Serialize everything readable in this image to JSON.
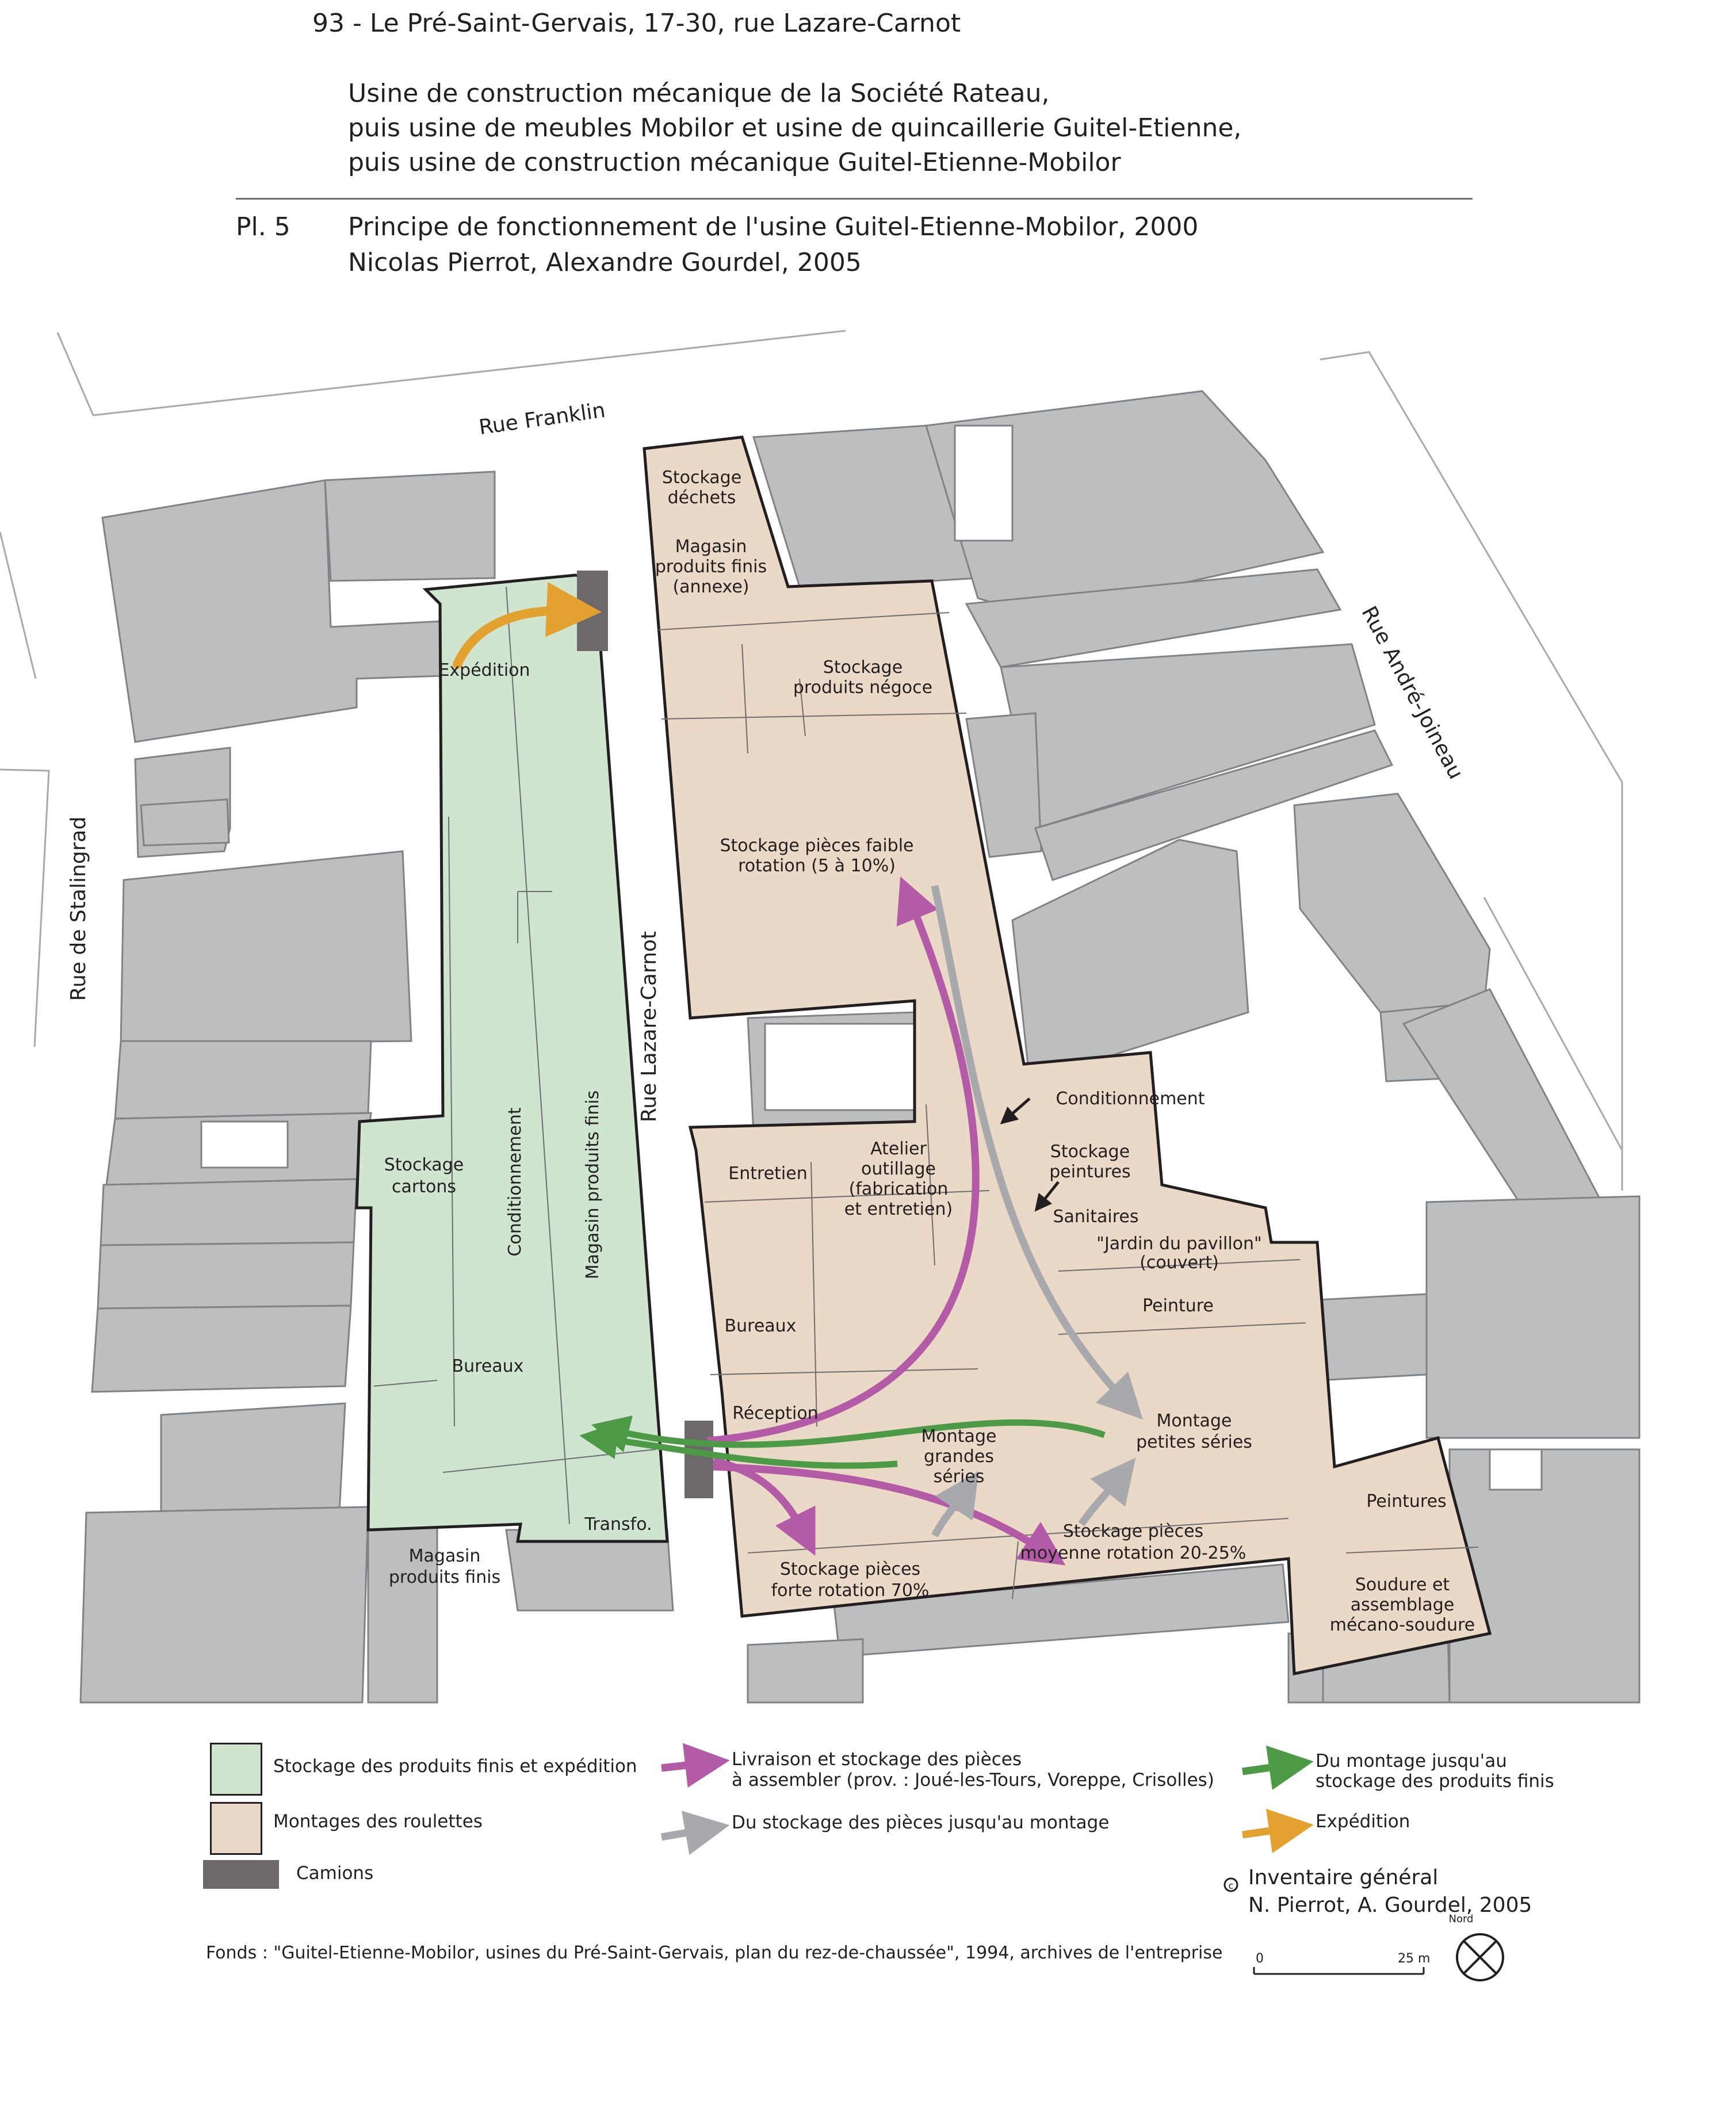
{
  "header": {
    "line1": "93 - Le Pré-Saint-Gervais, 17-30, rue Lazare-Carnot",
    "line2": "Usine de construction mécanique de la Société Rateau,",
    "line3": "puis usine de meubles Mobilor et usine de quincaillerie Guitel-Etienne,",
    "line4": "puis usine de construction mécanique Guitel-Etienne-Mobilor",
    "plate": "Pl. 5",
    "caption1": "Principe de fonctionnement de l'usine Guitel-Etienne-Mobilor, 2000",
    "caption2": "Nicolas Pierrot, Alexandre Gourdel, 2005"
  },
  "streets": {
    "franklin": "Rue Franklin",
    "stalingrad": "Rue de Stalingrad",
    "lazare": "Rue Lazare-Carnot",
    "joineau": "Rue André-Joineau"
  },
  "labels": {
    "expedition": "Expédition",
    "stock_cartons_1": "Stockage",
    "stock_cartons_2": "cartons",
    "conditionnement_v": "Conditionnement",
    "magasin_pf_v": "Magasin produits finis",
    "bureaux_left": "Bureaux",
    "transfo": "Transfo.",
    "magasin_pf_bottom_1": "Magasin",
    "magasin_pf_bottom_2": "produits finis",
    "stock_dechets_1": "Stockage",
    "stock_dechets_2": "déchets",
    "magasin_annexe_1": "Magasin",
    "magasin_annexe_2": "produits finis",
    "magasin_annexe_3": "(annexe)",
    "stock_negoce_1": "Stockage",
    "stock_negoce_2": "produits négoce",
    "stock_faible_1": "Stockage pièces faible",
    "stock_faible_2": "rotation (5 à 10%)",
    "conditionnement": "Conditionnement",
    "stock_peintures_1": "Stockage",
    "stock_peintures_2": "peintures",
    "sanitaires": "Sanitaires",
    "jardin_1": "\"Jardin du pavillon\"",
    "jardin_2": "(couvert)",
    "peinture": "Peinture",
    "entretien": "Entretien",
    "atelier_1": "Atelier",
    "atelier_2": "outillage",
    "atelier_3": "(fabrication",
    "atelier_4": "et entretien)",
    "bureaux_right": "Bureaux",
    "reception": "Réception",
    "montage_gs_1": "Montage",
    "montage_gs_2": "grandes",
    "montage_gs_3": "séries",
    "montage_ps_1": "Montage",
    "montage_ps_2": "petites séries",
    "stock_forte_1": "Stockage pièces",
    "stock_forte_2": "forte rotation 70%",
    "stock_moyenne_1": "Stockage pièces",
    "stock_moyenne_2": "moyenne rotation 20-25%",
    "peintures": "Peintures",
    "soudure_1": "Soudure et",
    "soudure_2": "assemblage",
    "soudure_3": "mécano-soudure"
  },
  "legend": {
    "green_area": "Stockage des produits finis et expédition",
    "beige_area": "Montages des roulettes",
    "trucks": "Camions",
    "purple_1": "Livraison et stockage des pièces",
    "purple_2": "à assembler (prov. : Joué-les-Tours, Voreppe, Crisolles)",
    "grey_arrow": "Du stockage des pièces jusqu'au montage",
    "green_1": "Du montage jusqu'au",
    "green_2": "stockage des produits finis",
    "orange_arrow": "Expédition"
  },
  "credit": {
    "symbol": "c",
    "line1": "Inventaire général",
    "line2": "N. Pierrot, A. Gourdel, 2005"
  },
  "scale": {
    "zero": "0",
    "end": "25 m",
    "north": "Nord"
  },
  "fonds": "Fonds : \"Guitel-Etienne-Mobilor, usines du Pré-Saint-Gervais, plan du rez-de-chaussée\", 1994, archives de l'entreprise",
  "colors": {
    "green_area": "#cfe5cf",
    "beige_area": "#ead9c6",
    "building_grey": "#bcbec0",
    "truck": "#6d6869",
    "purple": "#b35ba6",
    "grey_arrow": "#a7a9ac",
    "green_arrow": "#4c9a45",
    "orange": "#e3a22f"
  }
}
